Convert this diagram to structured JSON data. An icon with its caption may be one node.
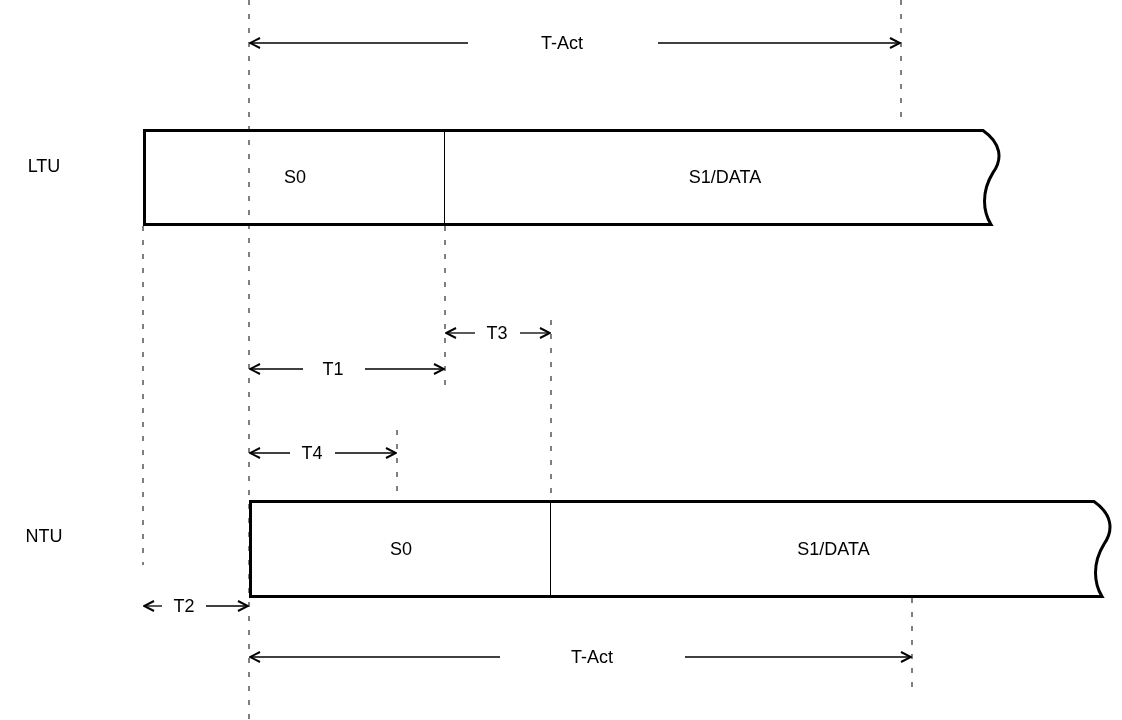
{
  "diagram": {
    "nodes": [
      {
        "text": [
          "S0"
        ]
      },
      {
        "text": [
          "S1/DATA"
        ]
      },
      {
        "text": [
          "S0"
        ]
      },
      {
        "text": [
          "S1/DATA"
        ]
      }
    ],
    "labels": [
      "T-Act",
      "LTU",
      "T3",
      "T1",
      "T4",
      "NTU",
      "T2",
      "T-Act"
    ]
  }
}
